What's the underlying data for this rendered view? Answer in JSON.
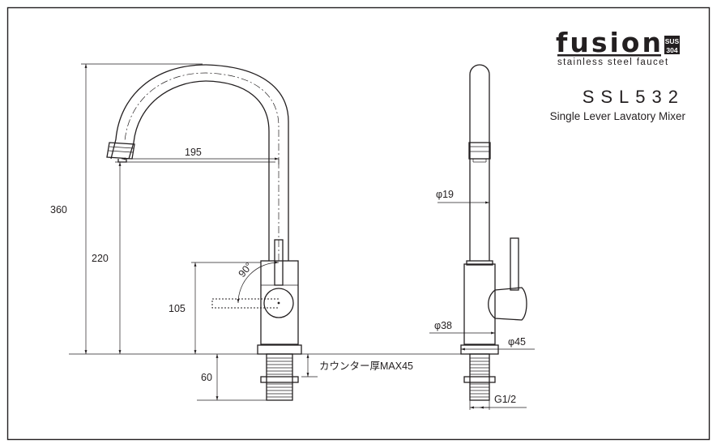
{
  "brand": {
    "name": "fusion",
    "badge_top": "SUS",
    "badge_bottom": "304",
    "tagline": "stainless steel faucet"
  },
  "product": {
    "model": "SSL532",
    "description": "Single Lever Lavatory Mixer"
  },
  "dimensions": {
    "total_height": "360",
    "spout_height": "220",
    "lever_height": "105",
    "spout_reach": "195",
    "lever_angle": "90°",
    "below_counter": "60",
    "counter_note": "カウンター厚MAX45",
    "spout_diameter": "φ19",
    "body_diameter": "φ38",
    "base_diameter": "φ45",
    "thread": "G1/2"
  }
}
